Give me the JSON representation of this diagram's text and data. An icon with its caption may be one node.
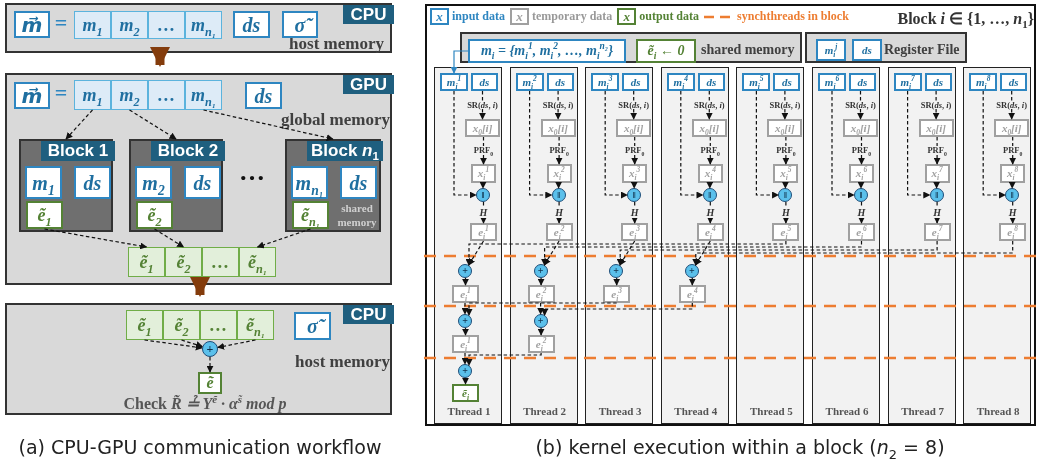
{
  "diagram": {
    "nodes": [
      {
        "text": [
          "CPU",
          "host memory"
        ]
      },
      {
        "text": [
          "m⃗"
        ],
        "in": 0
      },
      {
        "text": [
          "m$_{1}$"
        ],
        "in": 0
      },
      {
        "text": [
          "m$_{2}$"
        ],
        "in": 0
      },
      {
        "text": [
          "…"
        ],
        "in": 0
      },
      {
        "text": [
          "m$_{n₁}$"
        ],
        "in": 0
      },
      {
        "text": [
          "ds"
        ],
        "in": 0
      },
      {
        "text": [
          "σ̃"
        ],
        "in": 0
      },
      {
        "text": [
          "GPU",
          "global memory"
        ]
      },
      {
        "text": [
          "m⃗"
        ],
        "in": 8
      },
      {
        "text": [
          "m$_{1}$"
        ],
        "in": 8
      },
      {
        "text": [
          "m$_{2}$"
        ],
        "in": 8
      },
      {
        "text": [
          "…"
        ],
        "in": 8
      },
      {
        "text": [
          "m$_{n₁}$"
        ],
        "in": 8
      },
      {
        "text": [
          "ds"
        ],
        "in": 8
      },
      {
        "text": [
          "Block 1"
        ],
        "in": 8
      },
      {
        "text": [
          "m$_{1}$"
        ],
        "in": 15
      },
      {
        "text": [
          "ds"
        ],
        "in": 15
      },
      {
        "text": [
          "ẽ$_{1}$"
        ],
        "in": 15
      },
      {
        "text": [
          "Block 2"
        ],
        "in": 8
      },
      {
        "text": [
          "m$_{2}$"
        ],
        "in": 19
      },
      {
        "text": [
          "ds"
        ],
        "in": 19
      },
      {
        "text": [
          "ẽ$_{2}$"
        ],
        "in": 19
      },
      {
        "text": [
          "Block *n*$_{1}$",
          "shared memory"
        ],
        "in": 8
      },
      {
        "text": [
          "m$_{n₁}$"
        ],
        "in": 23
      },
      {
        "text": [
          "ds"
        ],
        "in": 23
      },
      {
        "text": [
          "ẽ$_{n₁}$"
        ],
        "in": 23
      },
      {
        "text": [
          "ẽ$_{1}$"
        ],
        "in": 8
      },
      {
        "text": [
          "ẽ$_{2}$"
        ],
        "in": 8
      },
      {
        "text": [
          "…"
        ],
        "in": 8
      },
      {
        "text": [
          "ẽ$_{n₁}$"
        ],
        "in": 8
      },
      {
        "text": [
          "CPU",
          "host memory"
        ]
      },
      {
        "text": [
          "ẽ$_{1}$"
        ],
        "in": 31
      },
      {
        "text": [
          "ẽ$_{2}$"
        ],
        "in": 31
      },
      {
        "text": [
          "…"
        ],
        "in": 31
      },
      {
        "text": [
          "ẽ$_{n₁}$"
        ],
        "in": 31
      },
      {
        "text": [
          "σ̃"
        ],
        "in": 31
      },
      {
        "text": [
          "+"
        ],
        "in": 31
      },
      {
        "text": [
          "ẽ"
        ],
        "in": 31
      },
      {
        "text": [
          "Block *i* ∈ {1, …, *n*$_{1}$}"
        ]
      },
      {
        "text": [
          "shared memory"
        ],
        "in": 39
      },
      {
        "text": [
          "m$_{i}$ = {m$_{i}$$^{1}$, m$_{i}$$^{2}$, …, m$_{i}$$^{n₂}$}"
        ],
        "in": 40
      },
      {
        "text": [
          "ẽ$_{i}$ ← 0"
        ],
        "in": 40
      },
      {
        "text": [
          "Register File"
        ],
        "in": 39
      },
      {
        "text": [
          "m$_{i}$$^{j}$"
        ],
        "in": 43
      },
      {
        "text": [
          "ds"
        ],
        "in": 43
      },
      {
        "text": [
          "Thread 1"
        ],
        "in": 39
      },
      {
        "text": [
          "m$_{i}$$^{1}$"
        ],
        "in": 46
      },
      {
        "text": [
          "ds"
        ],
        "in": 46
      },
      {
        "text": [
          "x$_{0}$[i]"
        ],
        "in": 46
      },
      {
        "text": [
          "x$_{i}$$^{1}$"
        ],
        "in": 46
      },
      {
        "text": [
          "‖"
        ],
        "in": 46
      },
      {
        "text": [
          "e$_{i}$$^{1}$"
        ],
        "in": 46
      },
      {
        "text": [
          "+"
        ],
        "in": 46
      },
      {
        "text": [
          "e$_{i}$$^{1}$"
        ],
        "in": 46
      },
      {
        "text": [
          "+"
        ],
        "in": 46
      },
      {
        "text": [
          "e$_{i}$$^{1}$"
        ],
        "in": 46
      },
      {
        "text": [
          "+"
        ],
        "in": 46
      },
      {
        "text": [
          "ẽ$_{i}$"
        ],
        "in": 46
      },
      {
        "text": [
          "Thread 2"
        ],
        "in": 39
      },
      {
        "text": [
          "m$_{i}$$^{2}$"
        ],
        "in": 59
      },
      {
        "text": [
          "ds"
        ],
        "in": 59
      },
      {
        "text": [
          "x$_{0}$[i]"
        ],
        "in": 59
      },
      {
        "text": [
          "x$_{i}$$^{2}$"
        ],
        "in": 59
      },
      {
        "text": [
          "‖"
        ],
        "in": 59
      },
      {
        "text": [
          "e$_{i}$$^{2}$"
        ],
        "in": 59
      },
      {
        "text": [
          "+"
        ],
        "in": 59
      },
      {
        "text": [
          "e$_{i}$$^{2}$"
        ],
        "in": 59
      },
      {
        "text": [
          "+"
        ],
        "in": 59
      },
      {
        "text": [
          "e$_{i}$$^{2}$"
        ],
        "in": 59
      },
      {
        "text": [
          "Thread 3"
        ],
        "in": 39
      },
      {
        "text": [
          "m$_{i}$$^{3}$"
        ],
        "in": 70
      },
      {
        "text": [
          "ds"
        ],
        "in": 70
      },
      {
        "text": [
          "x$_{0}$[i]"
        ],
        "in": 70
      },
      {
        "text": [
          "x$_{i}$$^{3}$"
        ],
        "in": 70
      },
      {
        "text": [
          "‖"
        ],
        "in": 70
      },
      {
        "text": [
          "e$_{i}$$^{3}$"
        ],
        "in": 70
      },
      {
        "text": [
          "+"
        ],
        "in": 70
      },
      {
        "text": [
          "e$_{i}$$^{3}$"
        ],
        "in": 70
      },
      {
        "text": [
          "Thread 4"
        ],
        "in": 39
      },
      {
        "text": [
          "m$_{i}$$^{4}$"
        ],
        "in": 79
      },
      {
        "text": [
          "ds"
        ],
        "in": 79
      },
      {
        "text": [
          "x$_{0}$[i]"
        ],
        "in": 79
      },
      {
        "text": [
          "x$_{i}$$^{4}$"
        ],
        "in": 79
      },
      {
        "text": [
          "‖"
        ],
        "in": 79
      },
      {
        "text": [
          "e$_{i}$$^{4}$"
        ],
        "in": 79
      },
      {
        "text": [
          "+"
        ],
        "in": 79
      },
      {
        "text": [
          "e$_{i}$$^{4}$"
        ],
        "in": 79
      },
      {
        "text": [
          "Thread 5"
        ],
        "in": 39
      },
      {
        "text": [
          "m$_{i}$$^{5}$"
        ],
        "in": 88
      },
      {
        "text": [
          "ds"
        ],
        "in": 88
      },
      {
        "text": [
          "x$_{0}$[i]"
        ],
        "in": 88
      },
      {
        "text": [
          "x$_{i}$$^{5}$"
        ],
        "in": 88
      },
      {
        "text": [
          "‖"
        ],
        "in": 88
      },
      {
        "text": [
          "e$_{i}$$^{5}$"
        ],
        "in": 88
      },
      {
        "text": [
          "Thread 6"
        ],
        "in": 39
      },
      {
        "text": [
          "m$_{i}$$^{6}$"
        ],
        "in": 95
      },
      {
        "text": [
          "ds"
        ],
        "in": 95
      },
      {
        "text": [
          "x$_{0}$[i]"
        ],
        "in": 95
      },
      {
        "text": [
          "x$_{i}$$^{6}$"
        ],
        "in": 95
      },
      {
        "text": [
          "‖"
        ],
        "in": 95
      },
      {
        "text": [
          "e$_{i}$$^{6}$"
        ],
        "in": 95
      },
      {
        "text": [
          "Thread 7"
        ],
        "in": 39
      },
      {
        "text": [
          "m$_{i}$$^{7}$"
        ],
        "in": 102
      },
      {
        "text": [
          "ds"
        ],
        "in": 102
      },
      {
        "text": [
          "x$_{0}$[i]"
        ],
        "in": 102
      },
      {
        "text": [
          "x$_{i}$$^{7}$"
        ],
        "in": 102
      },
      {
        "text": [
          "‖"
        ],
        "in": 102
      },
      {
        "text": [
          "e$_{i}$$^{7}$"
        ],
        "in": 102
      },
      {
        "text": [
          "Thread 8"
        ],
        "in": 39
      },
      {
        "text": [
          "m$_{i}$$^{8}$"
        ],
        "in": 109
      },
      {
        "text": [
          "ds"
        ],
        "in": 109
      },
      {
        "text": [
          "x$_{0}$[i]"
        ],
        "in": 109
      },
      {
        "text": [
          "x$_{i}$$^{8}$"
        ],
        "in": 109
      },
      {
        "text": [
          "‖"
        ],
        "in": 109
      },
      {
        "text": [
          "e$_{i}$$^{8}$"
        ],
        "in": 109
      }
    ],
    "edges": [
      {
        "from": 0,
        "to": 8,
        "arrow": "to",
        "style": "thick",
        "color": "#843c0c"
      },
      {
        "from": 10,
        "to": 15,
        "arrow": "to",
        "style": "dashed"
      },
      {
        "from": 11,
        "to": 19,
        "arrow": "to",
        "style": "dashed"
      },
      {
        "from": 13,
        "to": 23,
        "arrow": "to",
        "style": "dashed"
      },
      {
        "from": 18,
        "to": 27,
        "arrow": "to",
        "style": "dashed"
      },
      {
        "from": 22,
        "to": 28,
        "arrow": "to",
        "style": "dashed"
      },
      {
        "from": 26,
        "to": 30,
        "arrow": "to",
        "style": "dashed"
      },
      {
        "from": 8,
        "to": 31,
        "arrow": "to",
        "style": "thick",
        "color": "#843c0c"
      },
      {
        "from": 32,
        "to": 37,
        "arrow": "to",
        "style": "dashed"
      },
      {
        "from": 33,
        "to": 37,
        "arrow": "to",
        "style": "dashed"
      },
      {
        "from": 35,
        "to": 37,
        "arrow": "to",
        "style": "dashed"
      },
      {
        "from": 37,
        "to": 38,
        "arrow": "to",
        "style": "dashed"
      },
      {
        "from": 41,
        "to": 47,
        "arrow": "to",
        "color": "#2e86c1"
      },
      {
        "from": 47,
        "to": 51,
        "arrow": "to",
        "style": "dashed"
      },
      {
        "from": 48,
        "to": 49,
        "arrow": "to",
        "style": "dashed",
        "label": "SR(*ds*, *i*)"
      },
      {
        "from": 49,
        "to": 50,
        "arrow": "to",
        "style": "dashed",
        "label": "PRF$_{0}$"
      },
      {
        "from": 50,
        "to": 51,
        "arrow": "to",
        "style": "dashed"
      },
      {
        "from": 51,
        "to": 52,
        "arrow": "to",
        "style": "dashed",
        "label": "H"
      },
      {
        "from": 60,
        "to": 64,
        "arrow": "to",
        "style": "dashed"
      },
      {
        "from": 61,
        "to": 62,
        "arrow": "to",
        "style": "dashed",
        "label": "SR(*ds*, *i*)"
      },
      {
        "from": 62,
        "to": 63,
        "arrow": "to",
        "style": "dashed",
        "label": "PRF$_{0}$"
      },
      {
        "from": 63,
        "to": 64,
        "arrow": "to",
        "style": "dashed"
      },
      {
        "from": 64,
        "to": 65,
        "arrow": "to",
        "style": "dashed",
        "label": "H"
      },
      {
        "from": 71,
        "to": 75,
        "arrow": "to",
        "style": "dashed"
      },
      {
        "from": 72,
        "to": 73,
        "arrow": "to",
        "style": "dashed",
        "label": "SR(*ds*, *i*)"
      },
      {
        "from": 73,
        "to": 74,
        "arrow": "to",
        "style": "dashed",
        "label": "PRF$_{0}$"
      },
      {
        "from": 74,
        "to": 75,
        "arrow": "to",
        "style": "dashed"
      },
      {
        "from": 75,
        "to": 76,
        "arrow": "to",
        "style": "dashed",
        "label": "H"
      },
      {
        "from": 80,
        "to": 84,
        "arrow": "to",
        "style": "dashed"
      },
      {
        "from": 81,
        "to": 82,
        "arrow": "to",
        "style": "dashed",
        "label": "SR(*ds*, *i*)"
      },
      {
        "from": 82,
        "to": 83,
        "arrow": "to",
        "style": "dashed",
        "label": "PRF$_{0}$"
      },
      {
        "from": 83,
        "to": 84,
        "arrow": "to",
        "style": "dashed"
      },
      {
        "from": 84,
        "to": 85,
        "arrow": "to",
        "style": "dashed",
        "label": "H"
      },
      {
        "from": 89,
        "to": 93,
        "arrow": "to",
        "style": "dashed"
      },
      {
        "from": 90,
        "to": 91,
        "arrow": "to",
        "style": "dashed",
        "label": "SR(*ds*, *i*)"
      },
      {
        "from": 91,
        "to": 92,
        "arrow": "to",
        "style": "dashed",
        "label": "PRF$_{0}$"
      },
      {
        "from": 92,
        "to": 93,
        "arrow": "to",
        "style": "dashed"
      },
      {
        "from": 93,
        "to": 94,
        "arrow": "to",
        "style": "dashed",
        "label": "H"
      },
      {
        "from": 96,
        "to": 100,
        "arrow": "to",
        "style": "dashed"
      },
      {
        "from": 97,
        "to": 98,
        "arrow": "to",
        "style": "dashed",
        "label": "SR(*ds*, *i*)"
      },
      {
        "from": 98,
        "to": 99,
        "arrow": "to",
        "style": "dashed",
        "label": "PRF$_{0}$"
      },
      {
        "from": 99,
        "to": 100,
        "arrow": "to",
        "style": "dashed"
      },
      {
        "from": 100,
        "to": 101,
        "arrow": "to",
        "style": "dashed",
        "label": "H"
      },
      {
        "from": 103,
        "to": 107,
        "arrow": "to",
        "style": "dashed"
      },
      {
        "from": 104,
        "to": 105,
        "arrow": "to",
        "style": "dashed",
        "label": "SR(*ds*, *i*)"
      },
      {
        "from": 105,
        "to": 106,
        "arrow": "to",
        "style": "dashed",
        "label": "PRF$_{0}$"
      },
      {
        "from": 106,
        "to": 107,
        "arrow": "to",
        "style": "dashed"
      },
      {
        "from": 107,
        "to": 108,
        "arrow": "to",
        "style": "dashed",
        "label": "H"
      },
      {
        "from": 110,
        "to": 114,
        "arrow": "to",
        "style": "dashed"
      },
      {
        "from": 111,
        "to": 112,
        "arrow": "to",
        "style": "dashed",
        "label": "SR(*ds*, *i*)"
      },
      {
        "from": 112,
        "to": 113,
        "arrow": "to",
        "style": "dashed",
        "label": "PRF$_{0}$"
      },
      {
        "from": 113,
        "to": 114,
        "arrow": "to",
        "style": "dashed"
      },
      {
        "from": 114,
        "to": 115,
        "arrow": "to",
        "style": "dashed",
        "label": "H"
      },
      {
        "from": 52,
        "to": 53,
        "arrow": "to",
        "style": "dashed"
      },
      {
        "from": 94,
        "to": 53,
        "arrow": "to",
        "style": "dashed"
      },
      {
        "from": 65,
        "to": 66,
        "arrow": "to",
        "style": "dashed"
      },
      {
        "from": 101,
        "to": 66,
        "arrow": "to",
        "style": "dashed"
      },
      {
        "from": 76,
        "to": 77,
        "arrow": "to",
        "style": "dashed"
      },
      {
        "from": 108,
        "to": 77,
        "arrow": "to",
        "style": "dashed"
      },
      {
        "from": 85,
        "to": 86,
        "arrow": "to",
        "style": "dashed"
      },
      {
        "from": 115,
        "to": 86,
        "arrow": "to",
        "style": "dashed"
      },
      {
        "from": 53,
        "to": 54,
        "arrow": "to",
        "style": "dashed"
      },
      {
        "from": 66,
        "to": 67,
        "arrow": "to",
        "style": "dashed"
      },
      {
        "from": 77,
        "to": 78,
        "arrow": "to",
        "style": "dashed"
      },
      {
        "from": 86,
        "to": 87,
        "arrow": "to",
        "style": "dashed"
      },
      {
        "from": 54,
        "to": 55,
        "arrow": "to",
        "style": "dashed"
      },
      {
        "from": 78,
        "to": 55,
        "arrow": "to",
        "style": "dashed"
      },
      {
        "from": 67,
        "to": 68,
        "arrow": "to",
        "style": "dashed"
      },
      {
        "from": 87,
        "to": 68,
        "arrow": "to",
        "style": "dashed"
      },
      {
        "from": 55,
        "to": 56,
        "arrow": "to",
        "style": "dashed"
      },
      {
        "from": 68,
        "to": 69,
        "arrow": "to",
        "style": "dashed"
      },
      {
        "from": 56,
        "to": 57,
        "arrow": "to",
        "style": "dashed"
      },
      {
        "from": 69,
        "to": 57,
        "arrow": "to",
        "style": "dashed"
      },
      {
        "from": 57,
        "to": 58,
        "arrow": "to",
        "style": "dashed"
      }
    ],
    "labels": [
      "=",
      "=",
      "…",
      "Check *R̃ ≟ Y$^{ẽ}$ · α$^{s̃}$ mod p*",
      "x",
      "x",
      "x",
      "(a) CPU-GPU communication workflow",
      "(b) kernel execution within a block (*n*$_{2}$ = 8)"
    ],
    "legend": [
      {
        "text": "input data"
      },
      {
        "text": "temporary data"
      },
      {
        "text": "output data"
      },
      {
        "text": "synchthreads in block"
      }
    ]
  }
}
